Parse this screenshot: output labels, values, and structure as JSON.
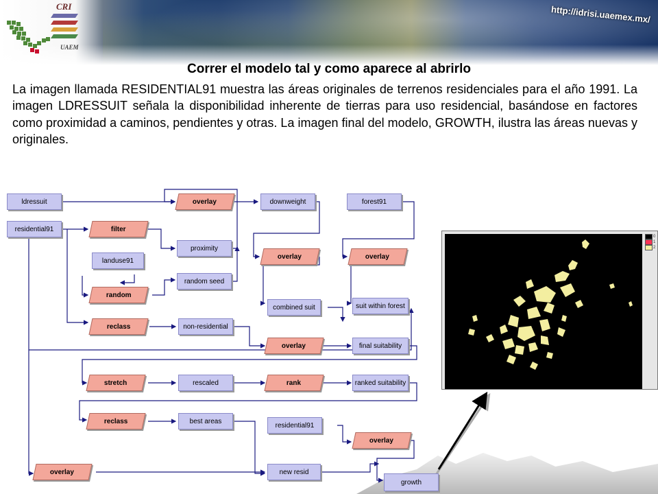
{
  "banner": {
    "logo_top": "CRI",
    "logo_bottom": "UAEM",
    "url": "http://idrisi.uaemex.mx/"
  },
  "heading": "Correr el modelo tal y como aparece al abrirlo",
  "paragraph": "La imagen llamada RESIDENTIAL91 muestra las áreas originales de terrenos residenciales para el año 1991. La imagen LDRESSUIT señala la disponibilidad inherente de tierras para uso residencial, basándose en factores como proximidad a caminos, pendientes y otras. La imagen final del modelo, GROWTH, ilustra las áreas nuevas y originales.",
  "diagram": {
    "nodes": {
      "ldressuit": "ldressuit",
      "residential91": "residential91",
      "overlay1": "overlay",
      "downweight": "downweight",
      "forest91": "forest91",
      "filter": "filter",
      "proximity": "proximity",
      "landuse91": "landuse91",
      "overlay2": "overlay",
      "overlay3": "overlay",
      "random_seed": "random seed",
      "random": "random",
      "combined_suit": "combined suit",
      "suit_within_forest": "suit within forest",
      "reclass1": "reclass",
      "non_residential": "non-residential",
      "overlay4": "overlay",
      "final_suitability": "final suitability",
      "stretch": "stretch",
      "rescaled": "rescaled",
      "rank": "rank",
      "ranked_suitability": "ranked suitability",
      "reclass2": "reclass",
      "best_areas": "best areas",
      "residential91b": "residential91",
      "overlay5": "overlay",
      "overlay6": "overlay",
      "new_resid": "new resid",
      "growth": "growth"
    }
  },
  "map_legend": [
    "0",
    "1",
    "2"
  ],
  "colors": {
    "data_node": "#c8c8f0",
    "operation_node": "#f3a79a",
    "connector": "#1a1a80",
    "map_background": "#000000",
    "map_class_0": "#000000",
    "map_class_1": "#ff3355",
    "map_class_2": "#f5f0a0",
    "map_patches": "#f3eea0"
  }
}
